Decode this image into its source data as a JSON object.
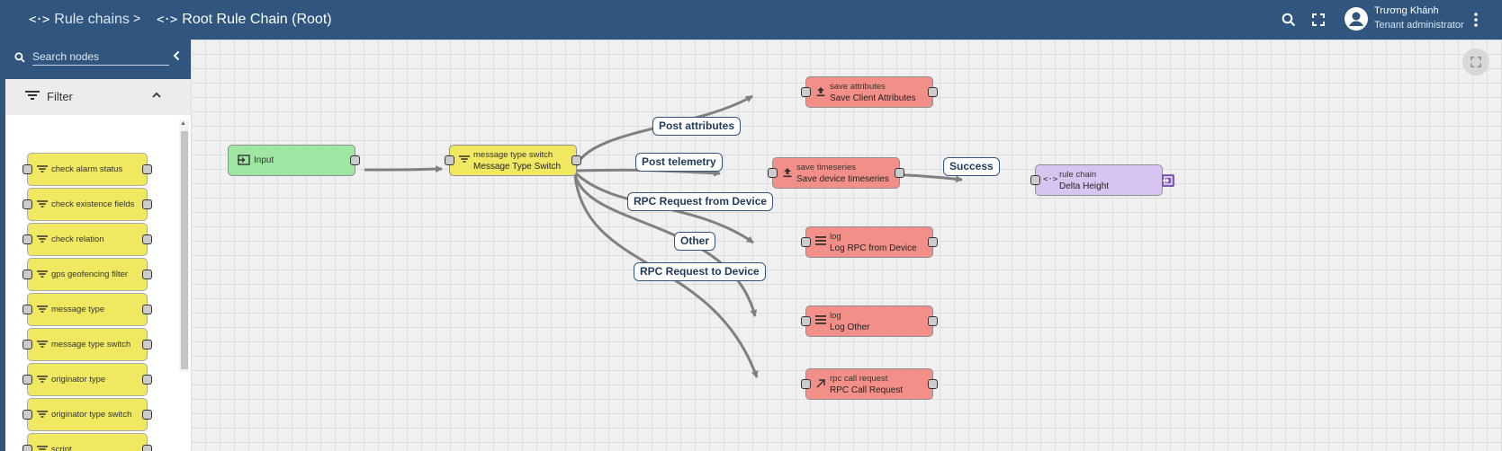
{
  "header": {
    "crumb_rule_chains": "Rule chains",
    "crumb_separator": ">",
    "crumb_current": "Root Rule Chain (Root)",
    "user_name": "Trương Khánh",
    "user_role": "Tenant administrator",
    "icons": [
      "search-icon",
      "fullscreen-icon",
      "account-icon",
      "more-vert-icon"
    ]
  },
  "sidebar": {
    "search_placeholder": "Search nodes",
    "section_title": "Filter",
    "items": [
      "check alarm status",
      "check existence fields",
      "check relation",
      "gps geofencing filter",
      "message type",
      "message type switch",
      "originator type",
      "originator type switch",
      "script"
    ]
  },
  "canvas": {
    "nodes": {
      "input": {
        "name": "Input",
        "color": "#9fe6a2"
      },
      "switch": {
        "type": "message type switch",
        "name": "Message Type Switch",
        "color": "#f1e861"
      },
      "save_attr": {
        "type": "save attributes",
        "name": "Save Client Attributes",
        "color": "#f28f88"
      },
      "save_ts": {
        "type": "save timeseries",
        "name": "Save device timeseries",
        "color": "#f28f88"
      },
      "rule_chain": {
        "type": "rule chain",
        "name": "Delta Height",
        "color": "#d6c5f0"
      },
      "log_rpc": {
        "type": "log",
        "name": "Log RPC from Device",
        "color": "#f28f88"
      },
      "log_other": {
        "type": "log",
        "name": "Log Other",
        "color": "#f28f88"
      },
      "rpc_call": {
        "type": "rpc call request",
        "name": "RPC Call Request",
        "color": "#f28f88"
      }
    },
    "links": {
      "post_attributes": "Post attributes",
      "post_telemetry": "Post telemetry",
      "success": "Success",
      "rpc_from_device": "RPC Request from Device",
      "other": "Other",
      "rpc_to_device": "RPC Request to Device"
    }
  }
}
